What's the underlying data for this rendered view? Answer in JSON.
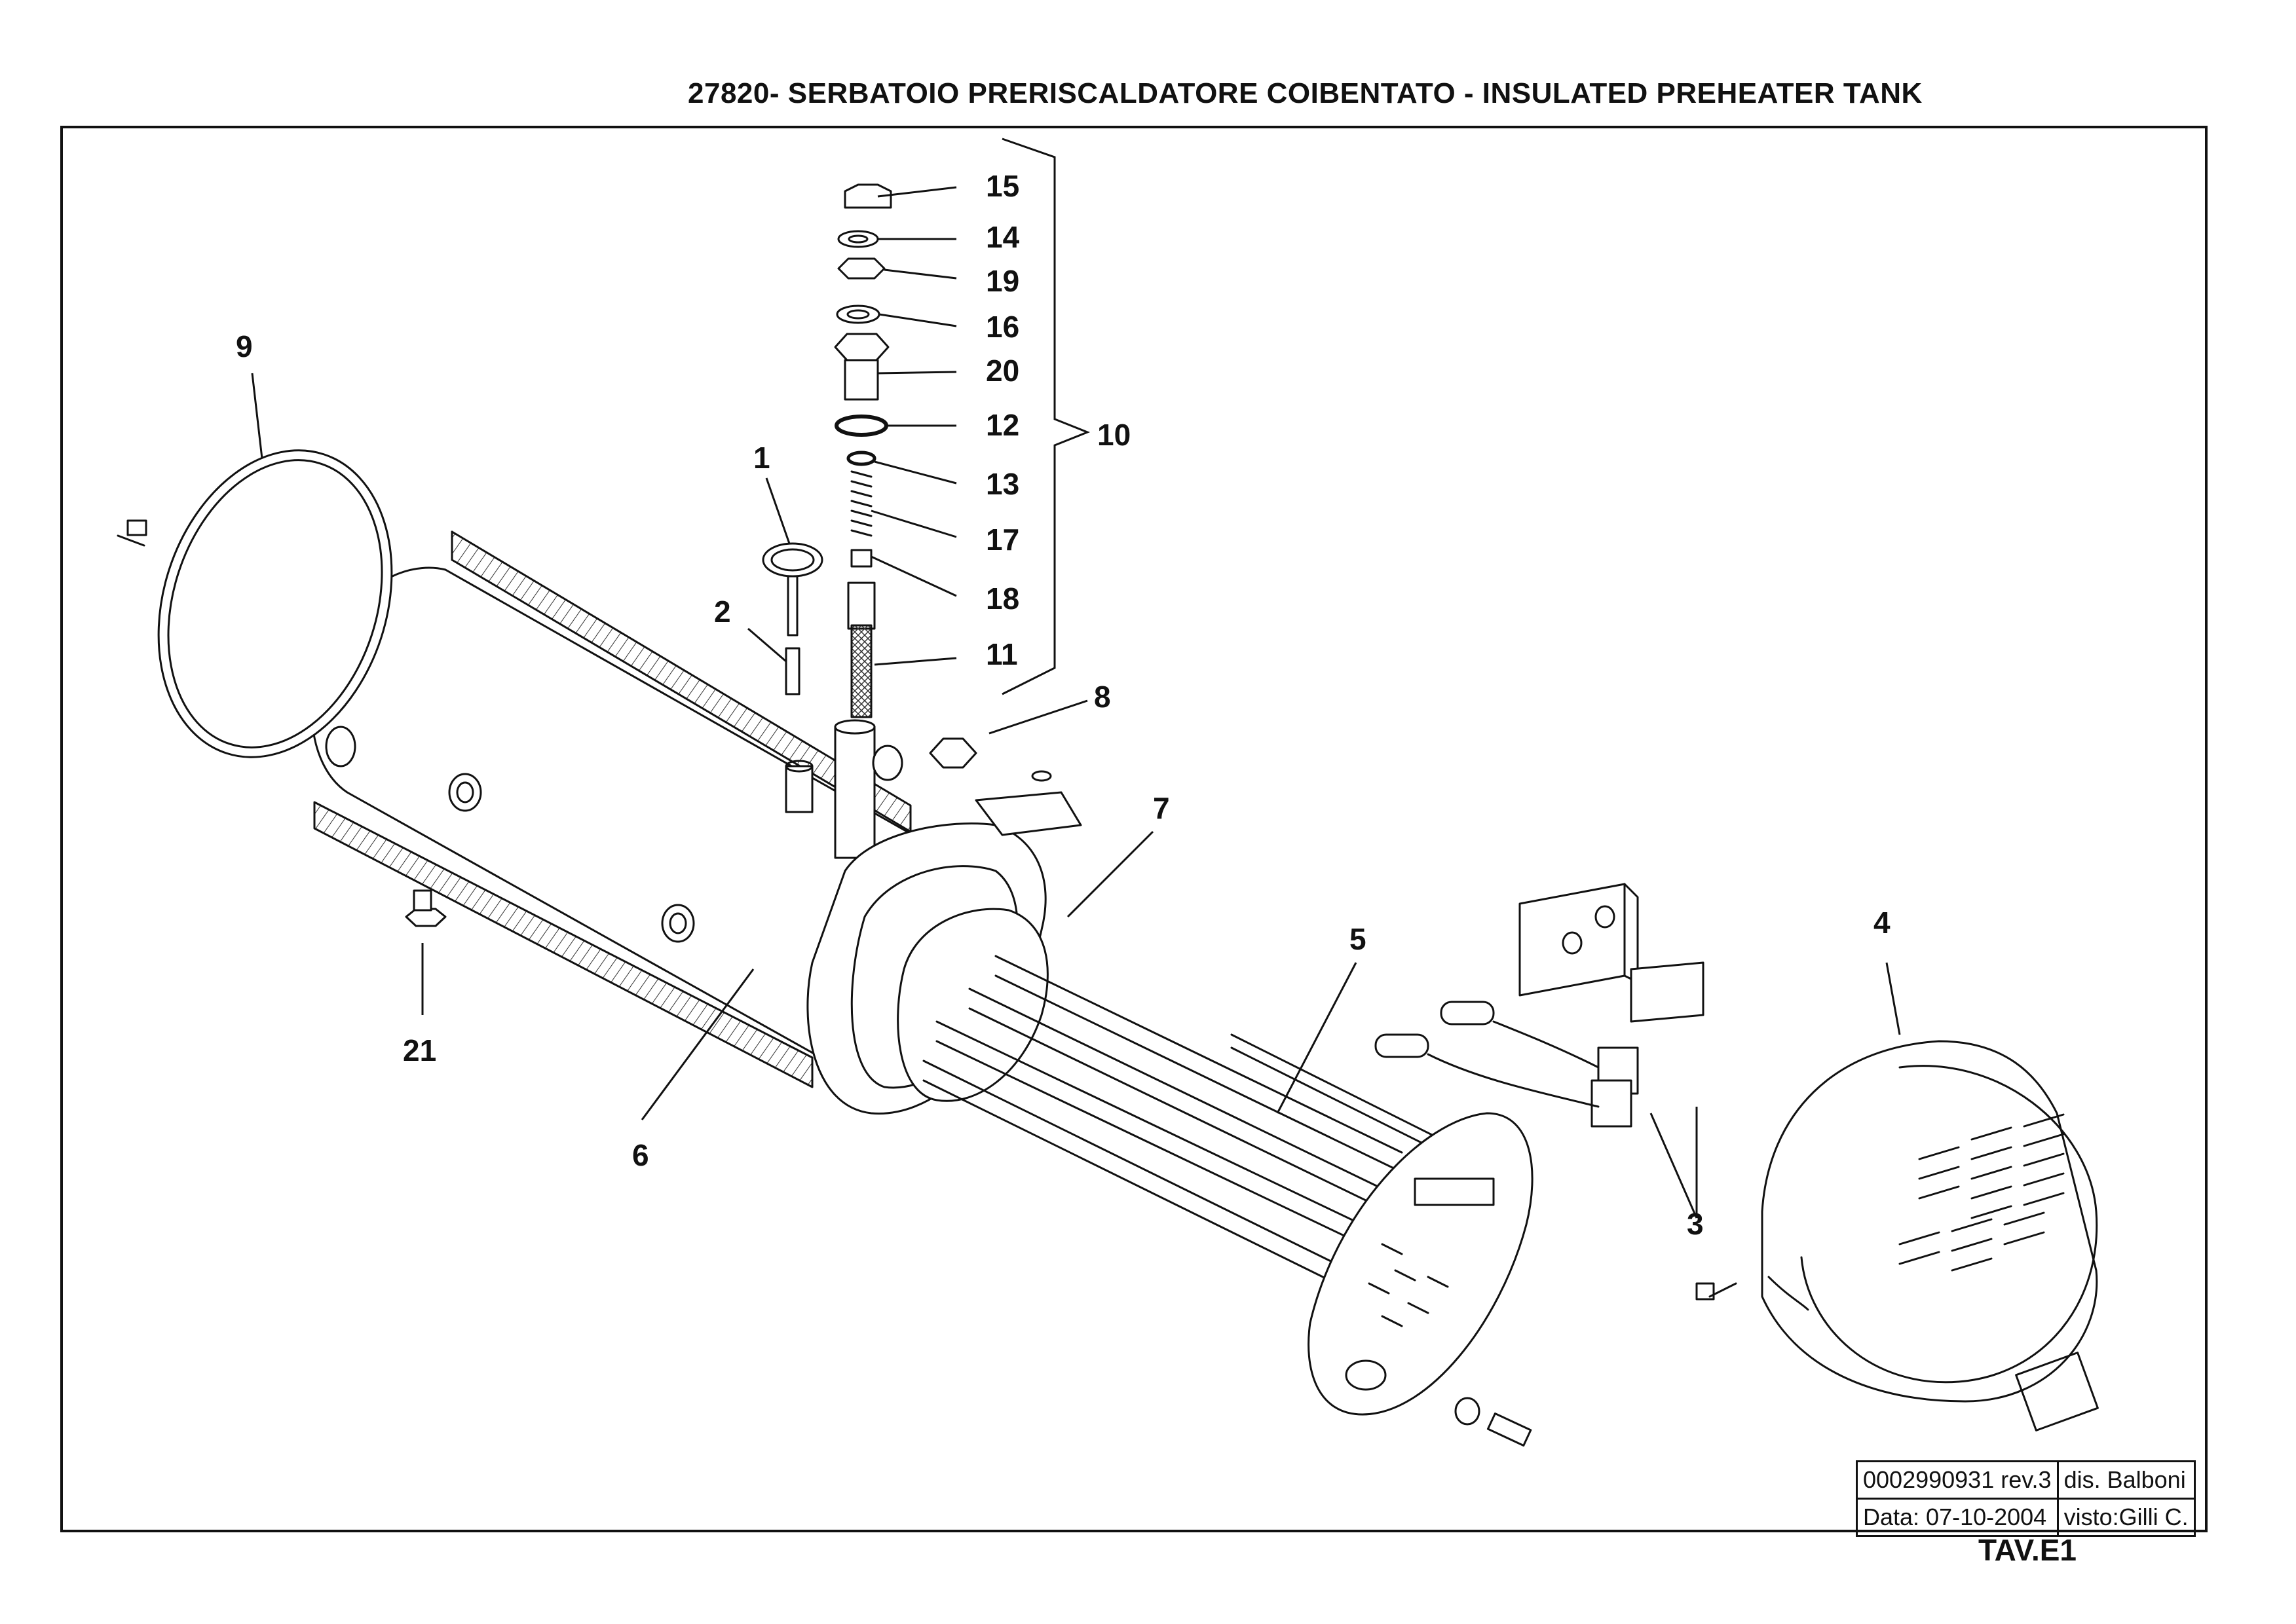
{
  "title": "27820- SERBATOIO PRERISCALDATORE COIBENTATO - INSULATED PREHEATER TANK",
  "labels": {
    "p1": "1",
    "p2": "2",
    "p3": "3",
    "p4": "4",
    "p5": "5",
    "p6": "6",
    "p7": "7",
    "p8": "8",
    "p9": "9",
    "p10": "10",
    "p11": "11",
    "p12": "12",
    "p13": "13",
    "p14": "14",
    "p15": "15",
    "p16": "16",
    "p17": "17",
    "p18": "18",
    "p19": "19",
    "p20": "20",
    "p21": "21"
  },
  "title_block": {
    "drawing_number": "0002990931 rev.3",
    "drawn_by": "dis. Balboni",
    "date": "Data: 07-10-2004",
    "checked_by": "visto:Gilli C."
  },
  "sheet": "TAV.E1"
}
